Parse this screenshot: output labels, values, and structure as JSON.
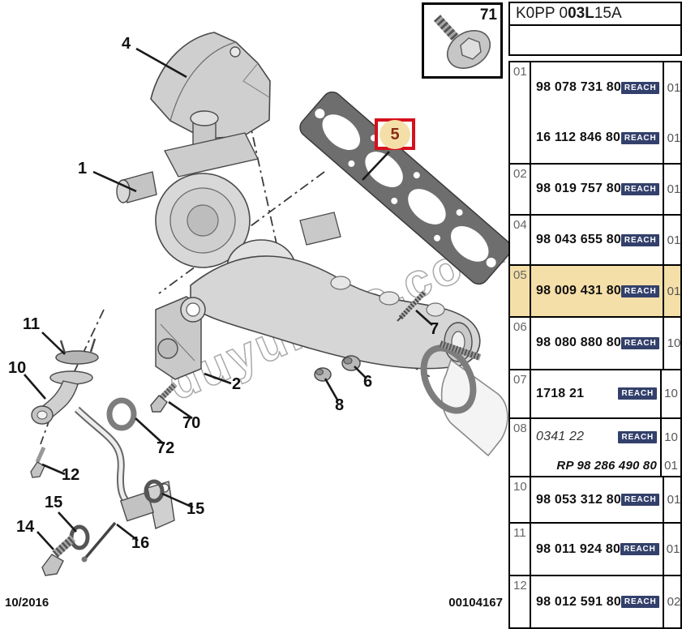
{
  "header": {
    "code_part1": "K0PP 0 ",
    "code_bold": "03L",
    "code_part2": " 15A"
  },
  "inset": {
    "number": "71",
    "icon": "flange-screw-icon"
  },
  "diagram": {
    "watermark": "duyukoto.com",
    "date_label": "10/2016",
    "doc_number": "00104167",
    "highlighted_callout": "5",
    "callouts": {
      "k1": "1",
      "k2": "2",
      "k4": "4",
      "k5": "5",
      "k6": "6",
      "k7": "7",
      "k8": "8",
      "k10": "10",
      "k11": "11",
      "k12": "12",
      "k14": "14",
      "k15a": "15",
      "k15b": "15",
      "k16": "16",
      "k70": "70",
      "k72": "72"
    }
  },
  "table": {
    "reach_label": "REACH",
    "rows": [
      {
        "index": "01",
        "highlight": false,
        "parts": [
          {
            "pn": "98 078 731 80",
            "qty": "01"
          },
          {
            "pn": "16 112 846 80",
            "qty": "01"
          }
        ]
      },
      {
        "index": "02",
        "highlight": false,
        "parts": [
          {
            "pn": "98 019 757 80",
            "qty": "01"
          }
        ]
      },
      {
        "index": "04",
        "highlight": false,
        "parts": [
          {
            "pn": "98 043 655 80",
            "qty": "01"
          }
        ]
      },
      {
        "index": "05",
        "highlight": true,
        "parts": [
          {
            "pn": "98 009 431 80",
            "qty": "01"
          }
        ]
      },
      {
        "index": "06",
        "highlight": false,
        "parts": [
          {
            "pn": "98 080 880 80",
            "qty": "10"
          }
        ]
      },
      {
        "index": "07",
        "highlight": false,
        "parts": [
          {
            "pn": "1718 21",
            "qty": "10"
          }
        ]
      },
      {
        "index": "08",
        "highlight": false,
        "parts": [
          {
            "pn": "0341 22",
            "qty": "10"
          },
          {
            "pn": "RP 98 286 490 80",
            "qty": "01"
          }
        ]
      },
      {
        "index": "10",
        "highlight": false,
        "parts": [
          {
            "pn": "98 053 312 80",
            "qty": "01"
          }
        ]
      },
      {
        "index": "11",
        "highlight": false,
        "parts": [
          {
            "pn": "98 011 924 80",
            "qty": "01"
          }
        ]
      },
      {
        "index": "12",
        "highlight": false,
        "parts": [
          {
            "pn": "98 012 591 80",
            "qty": "02"
          }
        ]
      }
    ]
  },
  "colors": {
    "highlight": "#f5dfa8",
    "reach_badge": "#33406b",
    "red_box": "#d6101c"
  }
}
